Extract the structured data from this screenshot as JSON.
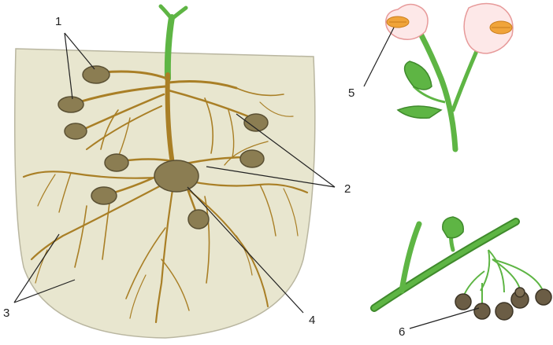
{
  "labels": [
    {
      "id": "1",
      "text": "1"
    },
    {
      "id": "2",
      "text": "2"
    },
    {
      "id": "3",
      "text": "3"
    },
    {
      "id": "4",
      "text": "4"
    },
    {
      "id": "5",
      "text": "5"
    },
    {
      "id": "6",
      "text": "6"
    }
  ],
  "colors": {
    "soil": "#e8e6cf",
    "soil_edge": "#b9b6a0",
    "root": "#a97f26",
    "root_dark": "#7f5d17",
    "tuber": "#8b7d52",
    "tuber_dark": "#5a5033",
    "stem": "#5eb544",
    "stem_dark": "#3f8a2c",
    "petal": "#fde8e8",
    "petal_edge": "#e79a9a",
    "stamen": "#f0a43a",
    "berry": "#6b5d45",
    "leader": "#222222"
  }
}
